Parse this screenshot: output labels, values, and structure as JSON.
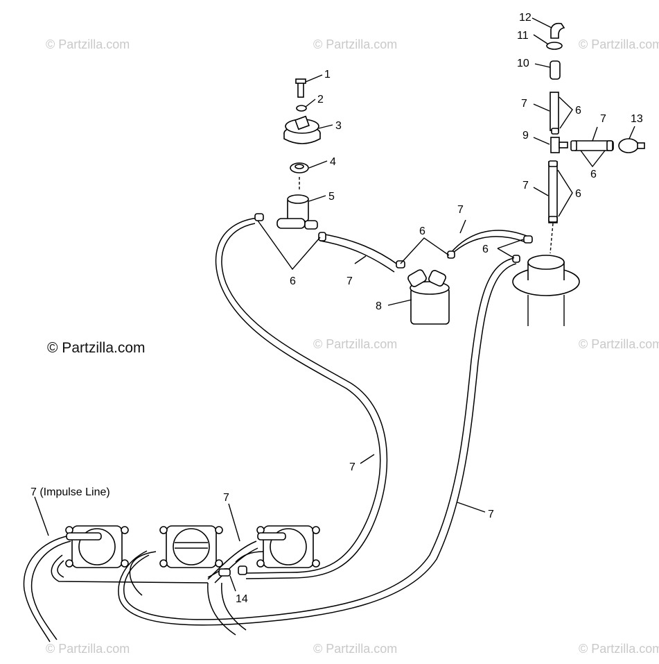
{
  "watermarks": {
    "small": "© Partzilla.com",
    "main": "© Partzilla.com"
  },
  "callouts": {
    "c1": "1",
    "c2": "2",
    "c3": "3",
    "c4": "4",
    "c5": "5",
    "c6a": "6",
    "c6b": "6",
    "c6c": "6",
    "c6d": "6",
    "c6e": "6",
    "c6f": "6",
    "c7a": "7",
    "c7b": "7",
    "c7c": "7",
    "c7d": "7",
    "c7e": "7",
    "c7f": "7",
    "c7g": "7",
    "c7h": "7",
    "c7impulse": "7 (Impulse Line)",
    "c8": "8",
    "c9": "9",
    "c10": "10",
    "c11": "11",
    "c12": "12",
    "c13": "13",
    "c14": "14"
  }
}
